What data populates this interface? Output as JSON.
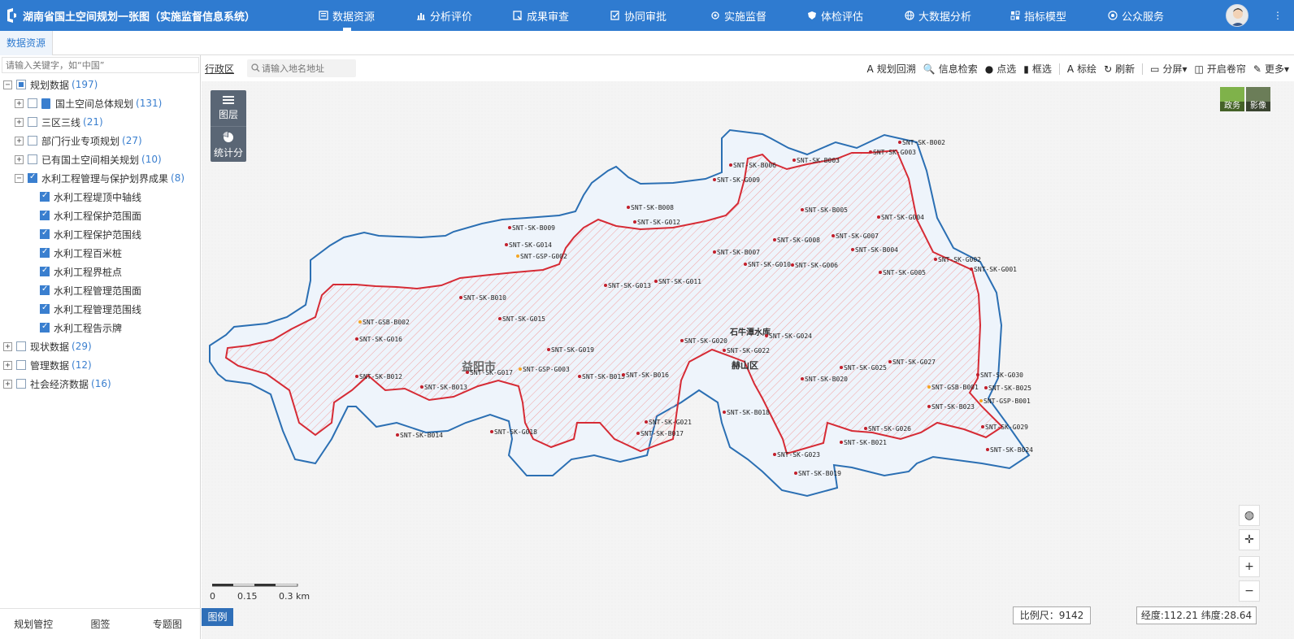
{
  "app": {
    "title": "湖南省国土空间规划一张图（实施监督信息系统）"
  },
  "nav": [
    {
      "label": "数据资源",
      "icon": "database-icon",
      "active": true
    },
    {
      "label": "分析评价",
      "icon": "chart-icon"
    },
    {
      "label": "成果审查",
      "icon": "review-icon"
    },
    {
      "label": "协同审批",
      "icon": "approval-icon"
    },
    {
      "label": "实施监督",
      "icon": "monitor-icon"
    },
    {
      "label": "体检评估",
      "icon": "shield-icon"
    },
    {
      "label": "大数据分析",
      "icon": "globe-icon"
    },
    {
      "label": "指标模型",
      "icon": "model-icon"
    },
    {
      "label": "公众服务",
      "icon": "service-icon"
    }
  ],
  "tabs": [
    {
      "label": "数据资源"
    }
  ],
  "left": {
    "search_placeholder": "请输入关键字，如“中国”",
    "tree": [
      {
        "label": "规划数据",
        "count": "(197)",
        "expand": "−",
        "check": "partial",
        "level": 0
      },
      {
        "label": "国土空间总体规划",
        "count": "(131)",
        "expand": "+",
        "check": "none",
        "level": 1,
        "doc": true
      },
      {
        "label": "三区三线",
        "count": "(21)",
        "expand": "+",
        "check": "none",
        "level": 1
      },
      {
        "label": "部门行业专项规划",
        "count": "(27)",
        "expand": "+",
        "check": "none",
        "level": 1
      },
      {
        "label": "已有国土空间相关规划",
        "count": "(10)",
        "expand": "+",
        "check": "none",
        "level": 1
      },
      {
        "label": "水利工程管理与保护划界成果",
        "count": "(8)",
        "expand": "−",
        "check": "checked",
        "level": 1
      },
      {
        "label": "水利工程堤顶中轴线",
        "count": "",
        "check": "checked",
        "level": 2
      },
      {
        "label": "水利工程保护范围面",
        "count": "",
        "check": "checked",
        "level": 2
      },
      {
        "label": "水利工程保护范围线",
        "count": "",
        "check": "checked",
        "level": 2
      },
      {
        "label": "水利工程百米桩",
        "count": "",
        "check": "checked",
        "level": 2
      },
      {
        "label": "水利工程界桩点",
        "count": "",
        "check": "checked",
        "level": 2
      },
      {
        "label": "水利工程管理范围面",
        "count": "",
        "check": "checked",
        "level": 2
      },
      {
        "label": "水利工程管理范围线",
        "count": "",
        "check": "checked",
        "level": 2
      },
      {
        "label": "水利工程告示牌",
        "count": "",
        "check": "checked",
        "level": 2
      },
      {
        "label": "现状数据",
        "count": "(29)",
        "expand": "+",
        "check": "none",
        "level": 0
      },
      {
        "label": "管理数据",
        "count": "(12)",
        "expand": "+",
        "check": "none",
        "level": 0
      },
      {
        "label": "社会经济数据",
        "count": "(16)",
        "expand": "+",
        "check": "none",
        "level": 0
      }
    ],
    "bottom_tabs": [
      "规划管控",
      "图签",
      "专题图"
    ]
  },
  "map": {
    "region_label": "行政区",
    "address_placeholder": "请输入地名地址",
    "tools": [
      {
        "label": "规划回溯",
        "icon": "A"
      },
      {
        "label": "信息检索",
        "icon": "🔍"
      },
      {
        "label": "点选",
        "icon": "●"
      },
      {
        "label": "框选",
        "icon": "▮"
      },
      {
        "label": "标绘",
        "icon": "A"
      },
      {
        "label": "刷新",
        "icon": "↻"
      },
      {
        "label": "分屏▾",
        "icon": "▭"
      },
      {
        "label": "开启卷帘",
        "icon": "◫"
      },
      {
        "label": "更多▾",
        "icon": "✎"
      }
    ],
    "side_buttons": [
      {
        "label": "图层",
        "icon": "layers-icon"
      },
      {
        "label": "统计分",
        "icon": "pie-icon"
      }
    ],
    "basemaps": [
      {
        "label": "政务",
        "color": "#7fb24a"
      },
      {
        "label": "影像",
        "color": "#6b7d58"
      }
    ],
    "place_labels": [
      {
        "text": "石牛潭水库"
      },
      {
        "text": "益阳市"
      },
      {
        "text": "赫山区"
      }
    ],
    "scale": {
      "l0": "0",
      "l1": "0.15",
      "l2": "0.3 km"
    },
    "legend_label": "图例",
    "scale_ratio": "比例尺：9142",
    "coords": "经度:112.21 纬度:28.64",
    "colors": {
      "management_line": "#d62b35",
      "protection_line": "#2b6fb3",
      "fill_hatch": "#f08a8a",
      "primary": "#2f7bd0"
    },
    "marker_labels": [
      "SNT-SK-B002",
      "SNT-SK-G003",
      "SNT-SK-B003",
      "SNT-SK-B006",
      "SNT-SK-G009",
      "SNT-SK-B008",
      "SNT-SK-G012",
      "SNT-SK-B005",
      "SNT-SK-G004",
      "SNT-SK-B009",
      "SNT-SK-G014",
      "SNT-GSP-G002",
      "SNT-SK-G008",
      "SNT-SK-G007",
      "SNT-SK-B004",
      "SNT-SK-B007",
      "SNT-SK-G010",
      "SNT-SK-G006",
      "SNT-SK-G002",
      "SNT-SK-G001",
      "SNT-SK-G005",
      "SNT-SK-G013",
      "SNT-SK-G011",
      "SNT-SK-B010",
      "SNT-SK-G015",
      "SNT-GSB-B002",
      "SNT-SK-G016",
      "SNT-SK-G024",
      "SNT-SK-G020",
      "SNT-SK-G022",
      "SNT-SK-G019",
      "SNT-SK-G017",
      "SNT-GSP-G003",
      "SNT-SK-B012",
      "SNT-SK-B013",
      "SNT-SK-B015",
      "SNT-SK-B016",
      "SNT-SK-B020",
      "SNT-SK-G025",
      "SNT-SK-G027",
      "SNT-SK-G030",
      "SNT-GSB-B001",
      "SNT-SK-B025",
      "SNT-GSP-B001",
      "SNT-SK-B023",
      "SNT-SK-G018",
      "SNT-SK-B014",
      "SNT-SK-G021",
      "SNT-SK-B017",
      "SNT-SK-B018",
      "SNT-SK-G026",
      "SNT-SK-G029",
      "SNT-SK-G023",
      "SNT-SK-B021",
      "SNT-SK-B024",
      "SNT-SK-B019"
    ]
  }
}
